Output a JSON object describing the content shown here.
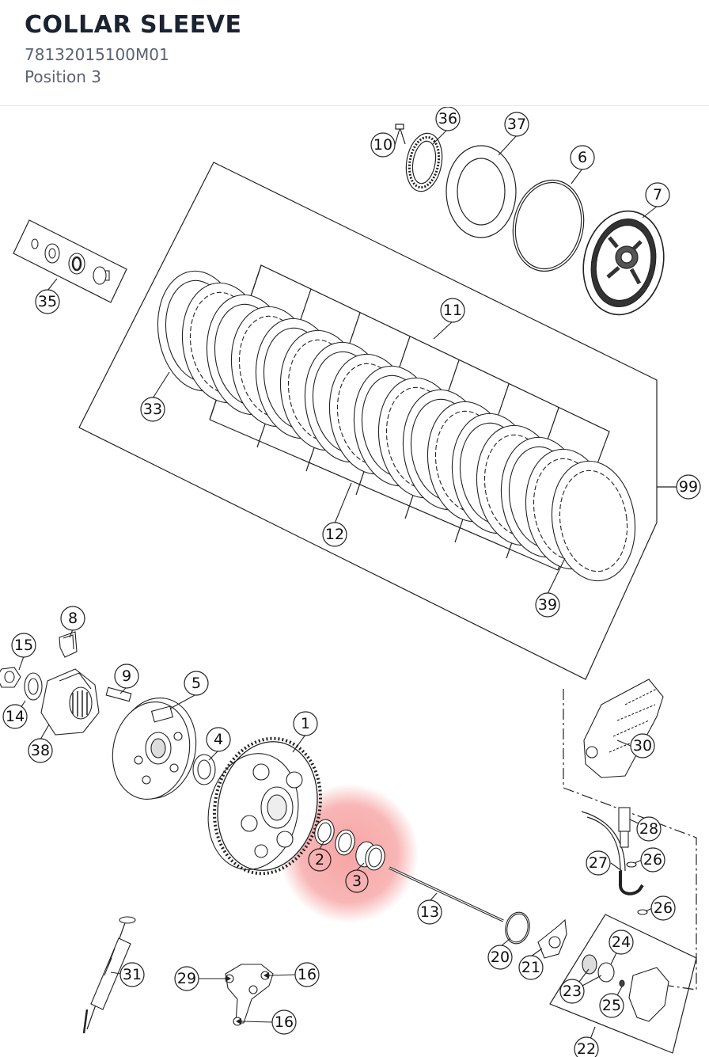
{
  "header": {
    "title": "COLLAR SLEEVE",
    "part_number": "78132015100M01",
    "position": "Position 3"
  },
  "diagram": {
    "highlight_color": "#f26d6d",
    "highlighted_position": "3",
    "callouts": {
      "c1": "1",
      "c2": "2",
      "c3": "3",
      "c4": "4",
      "c5": "5",
      "c6": "6",
      "c7": "7",
      "c8": "8",
      "c9": "9",
      "c10": "10",
      "c11": "11",
      "c12": "12",
      "c13": "13",
      "c14": "14",
      "c15": "15",
      "c16a": "16",
      "c16b": "16",
      "c20": "20",
      "c21": "21",
      "c22": "22",
      "c23": "23",
      "c24": "24",
      "c25": "25",
      "c26a": "26",
      "c26b": "26",
      "c27": "27",
      "c28": "28",
      "c29": "29",
      "c30": "30",
      "c31": "31",
      "c33": "33",
      "c35": "35",
      "c36": "36",
      "c37": "37",
      "c38": "38",
      "c39": "39",
      "c99": "99"
    }
  }
}
